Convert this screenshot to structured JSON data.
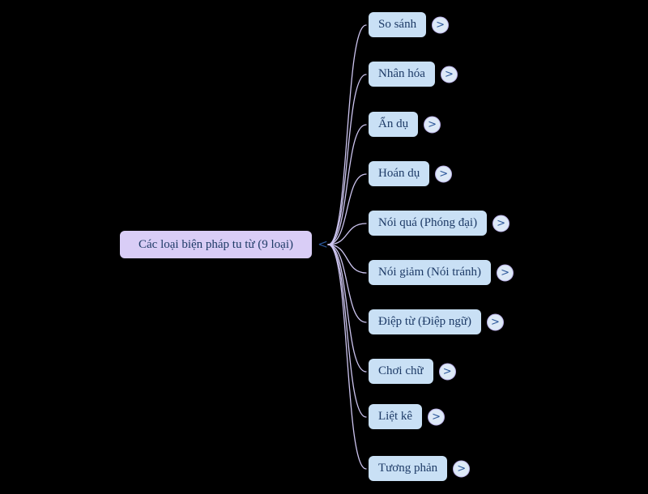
{
  "mindmap": {
    "root": {
      "label": "Các loại biện pháp tu từ (9 loại)"
    },
    "children": [
      {
        "label": "So sánh"
      },
      {
        "label": "Nhân hóa"
      },
      {
        "label": "Ẩn dụ"
      },
      {
        "label": "Hoán dụ"
      },
      {
        "label": "Nói quá (Phóng đại)"
      },
      {
        "label": "Nói giảm (Nói tránh)"
      },
      {
        "label": "Điệp từ (Điệp ngữ)"
      },
      {
        "label": "Chơi chữ"
      },
      {
        "label": "Liệt kê"
      },
      {
        "label": "Tương phản"
      }
    ]
  },
  "toggles": {
    "collapse": "<",
    "expand": ">"
  },
  "colors": {
    "background": "#000000",
    "root_fill": "#d9cdf6",
    "child_fill": "#c9e0f5",
    "text": "#1d3a66",
    "link": "#cdc5f0",
    "toggle_glyph": "#2b579a"
  }
}
